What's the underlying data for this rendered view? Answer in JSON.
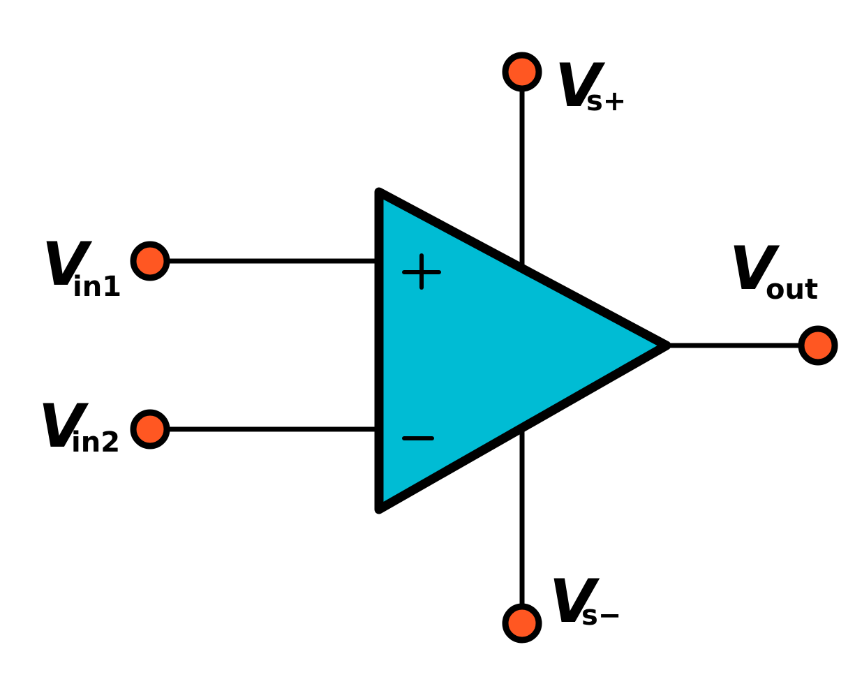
{
  "colors": {
    "amplifier_fill": "#00BCD4",
    "terminal_fill": "#FF5722",
    "line": "#000000",
    "background": "#FFFFFF"
  },
  "amplifier": {
    "plus_sign": "+",
    "minus_sign": "−"
  },
  "labels": {
    "vin1": {
      "main": "V",
      "sub": "in1"
    },
    "vin2": {
      "main": "V",
      "sub": "in2"
    },
    "vs_plus": {
      "main": "V",
      "sub": "s+"
    },
    "vs_minus": {
      "main": "V",
      "sub": "s−"
    },
    "vout": {
      "main": "V",
      "sub": "out"
    }
  }
}
